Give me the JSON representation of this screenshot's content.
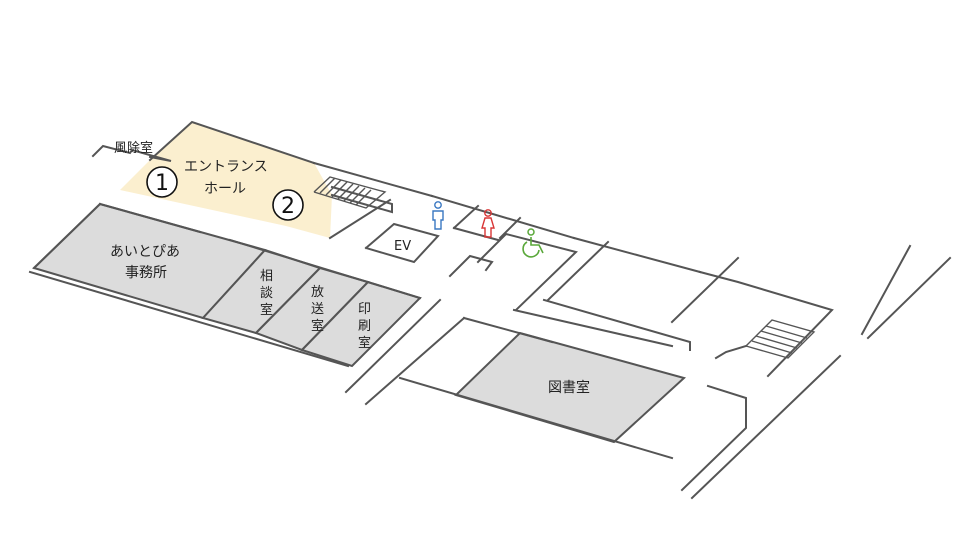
{
  "colors": {
    "entrance_fill": "#fbefcf",
    "room_fill": "#dcdcdc",
    "wall": "#555555",
    "male_icon": "#3a78c2",
    "female_icon": "#d93636",
    "accessible_icon": "#5aa83a"
  },
  "rooms": {
    "wind_room": "風除室",
    "entrance_hall_line1": "エントランス",
    "entrance_hall_line2": "ホール",
    "office_line1": "あいとぴあ",
    "office_line2": "事務所",
    "consult_1": "相",
    "consult_2": "談",
    "consult_3": "室",
    "broadcast_1": "放",
    "broadcast_2": "送",
    "broadcast_3": "室",
    "print_1": "印",
    "print_2": "刷",
    "print_3": "室",
    "elevator": "EV",
    "library": "図書室"
  },
  "markers": {
    "marker_1": "1",
    "marker_2": "2"
  },
  "icons": {
    "male": "male-restroom-icon",
    "female": "female-restroom-icon",
    "accessible": "accessible-restroom-icon"
  }
}
